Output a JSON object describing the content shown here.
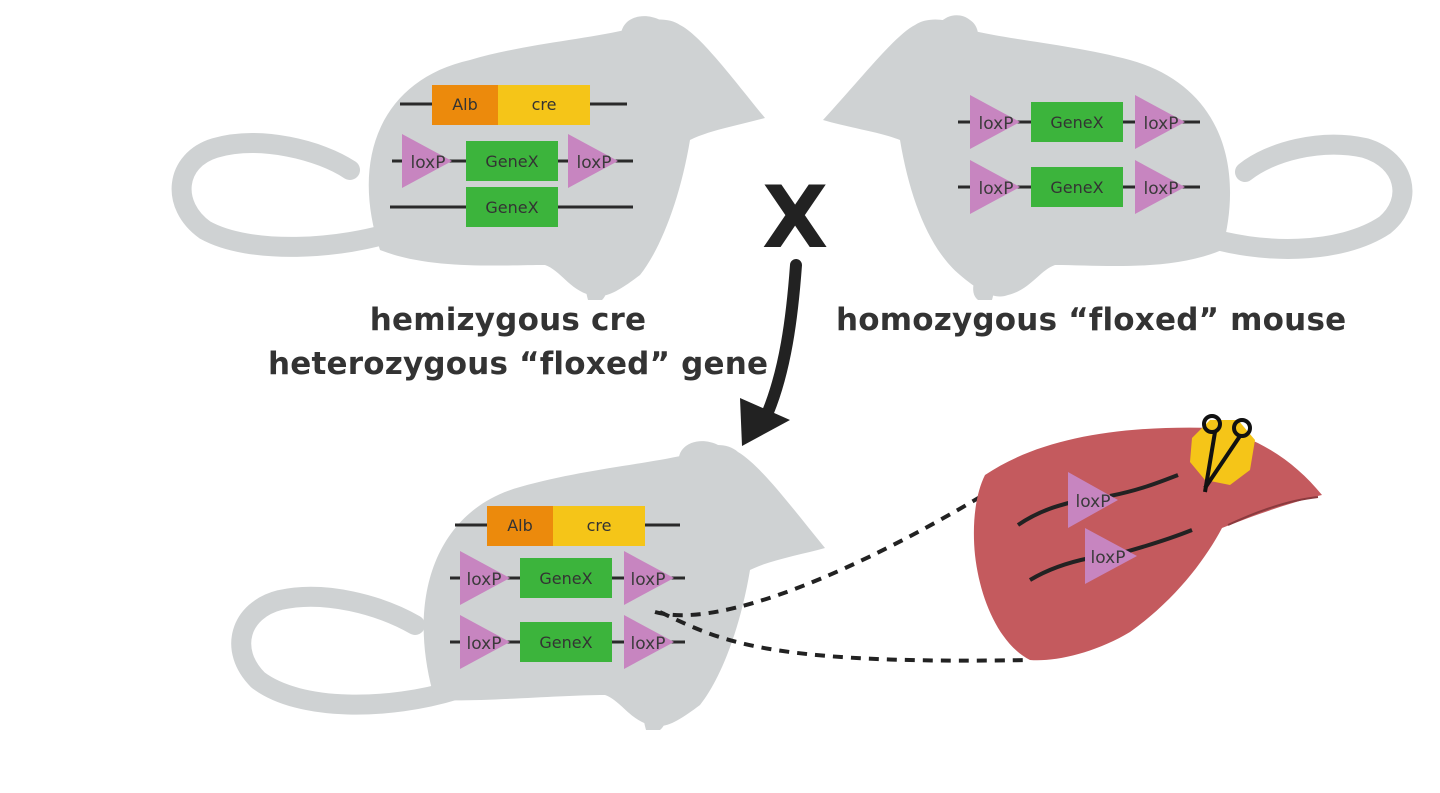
{
  "labels": {
    "alb": "Alb",
    "cre": "cre",
    "gene": "GeneX",
    "loxp": "loxP"
  },
  "captions": {
    "left_line1": "hemizygous cre",
    "left_line2": "heterozygous “floxed” gene",
    "right": "homozygous “floxed” mouse"
  },
  "cross_symbol": "X",
  "colors": {
    "mouse": "#cfd2d3",
    "alb": "#ec8a0c",
    "cre": "#f5c518",
    "gene": "#3cb43c",
    "loxp": "#c785c0",
    "liver": "#c45a5e",
    "gallbladder": "#f5c518",
    "text": "#333333"
  }
}
